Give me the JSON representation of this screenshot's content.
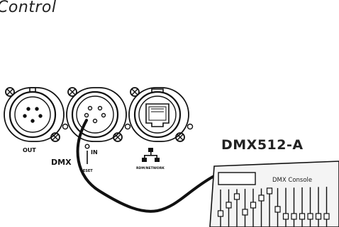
{
  "title_fragment": "Control",
  "protocol_heading": "DMX512-A",
  "panel": {
    "out_label": "OUT",
    "dmx_label": "DMX",
    "in_label": "IN",
    "reset_label": "RESET",
    "network_label": "RDM/NETWORK"
  },
  "console": {
    "label": "DMX Console"
  },
  "icons": [
    "xlr-female-connector",
    "xlr-male-connector",
    "ethercon-rj45-connector",
    "network-icon",
    "dmx-cable",
    "reset-led",
    "fader",
    "screw"
  ],
  "colors": {
    "line": "#111111",
    "console_fill": "#f4f4f4",
    "background": "#ffffff"
  }
}
